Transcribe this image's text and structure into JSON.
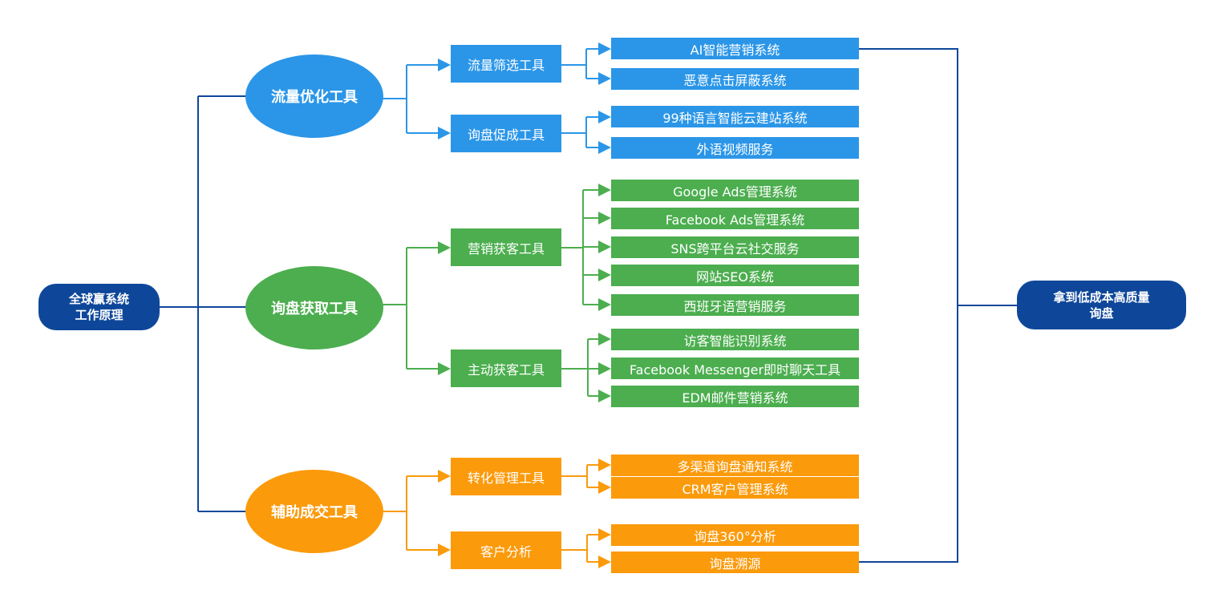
{
  "root": {
    "line1": "全球赢系统",
    "line2": "工作原理"
  },
  "result": {
    "line1": "拿到低成本高质量",
    "line2": "询盘"
  },
  "colors": {
    "navy": "#0e479a",
    "blue": "#2b96e8",
    "green": "#4cae4f",
    "orange": "#fb9a0b"
  },
  "categories": [
    {
      "label": "流量优化工具",
      "tools": [
        {
          "label": "流量筛选工具",
          "items": [
            "AI智能营销系统",
            "恶意点击屏蔽系统"
          ]
        },
        {
          "label": "询盘促成工具",
          "items": [
            "99种语言智能云建站系统",
            "外语视频服务"
          ]
        }
      ]
    },
    {
      "label": "询盘获取工具",
      "tools": [
        {
          "label": "营销获客工具",
          "items": [
            "Google Ads管理系统",
            "Facebook Ads管理系统",
            "SNS跨平台云社交服务",
            "网站SEO系统",
            "西班牙语营销服务"
          ]
        },
        {
          "label": "主动获客工具",
          "items": [
            "访客智能识别系统",
            "Facebook Messenger即时聊天工具",
            "EDM邮件营销系统"
          ]
        }
      ]
    },
    {
      "label": "辅助成交工具",
      "tools": [
        {
          "label": "转化管理工具",
          "items": [
            "多渠道询盘通知系统",
            "CRM客户管理系统"
          ]
        },
        {
          "label": "客户分析",
          "items": [
            "询盘360°分析",
            "询盘溯源"
          ]
        }
      ]
    }
  ]
}
